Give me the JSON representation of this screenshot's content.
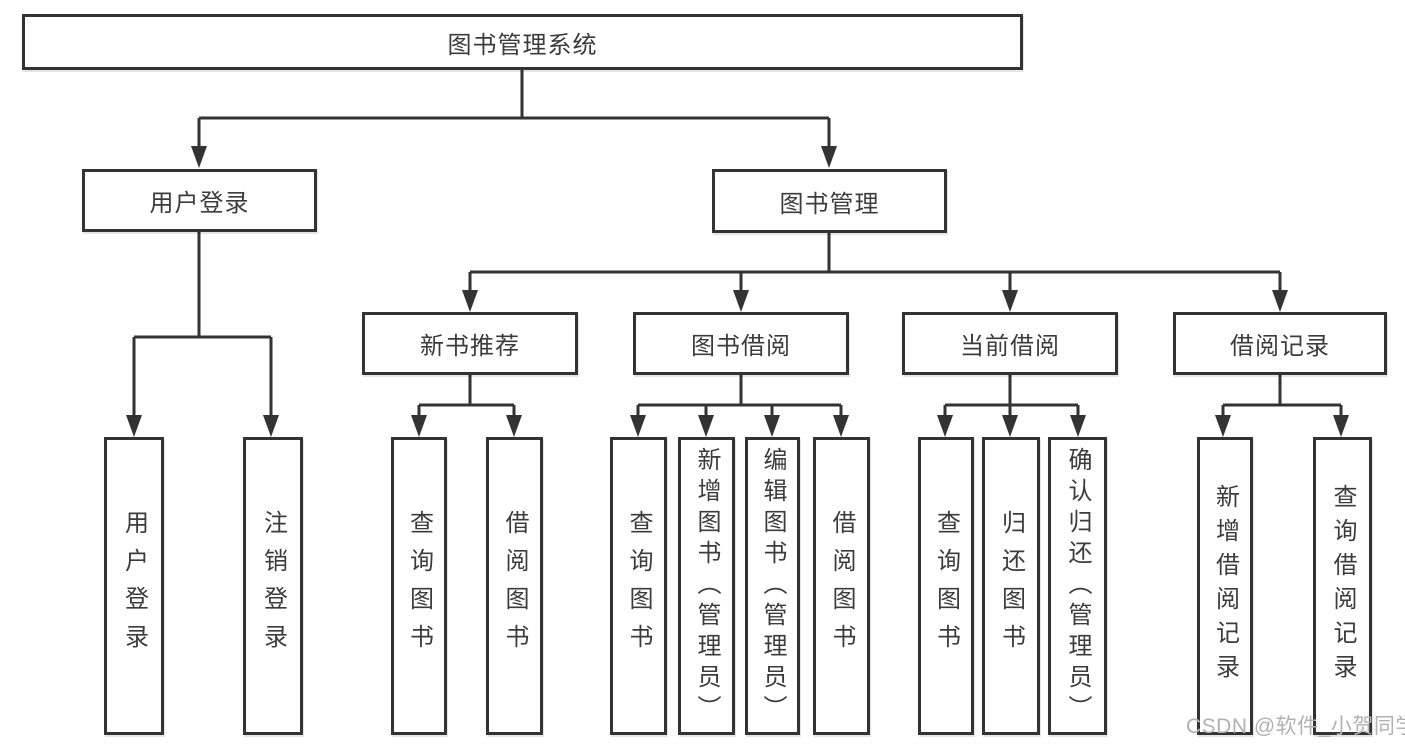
{
  "colors": {
    "line": "#333333",
    "box_border": "#333333",
    "text": "#3c3c3c",
    "watermark": "#b2b2b2",
    "background": "#ffffff"
  },
  "watermark": {
    "text": "CSDN @软件_小贺同学"
  },
  "tree": {
    "root": {
      "label": "图书管理系统",
      "children": [
        {
          "label": "用户登录",
          "children": [
            {
              "label": "用户登录"
            },
            {
              "label": "注销登录"
            }
          ]
        },
        {
          "label": "图书管理",
          "children": [
            {
              "label": "新书推荐",
              "children": [
                {
                  "label": "查询图书"
                },
                {
                  "label": "借阅图书"
                }
              ]
            },
            {
              "label": "图书借阅",
              "children": [
                {
                  "label": "查询图书"
                },
                {
                  "label": "新增图书（管理员）"
                },
                {
                  "label": "编辑图书（管理员）"
                },
                {
                  "label": "借阅图书"
                }
              ]
            },
            {
              "label": "当前借阅",
              "children": [
                {
                  "label": "查询图书"
                },
                {
                  "label": "归还图书"
                },
                {
                  "label": "确认归还（管理员）"
                }
              ]
            },
            {
              "label": "借阅记录",
              "children": [
                {
                  "label": "新增借阅记录"
                },
                {
                  "label": "查询借阅记录"
                }
              ]
            }
          ]
        }
      ]
    }
  }
}
